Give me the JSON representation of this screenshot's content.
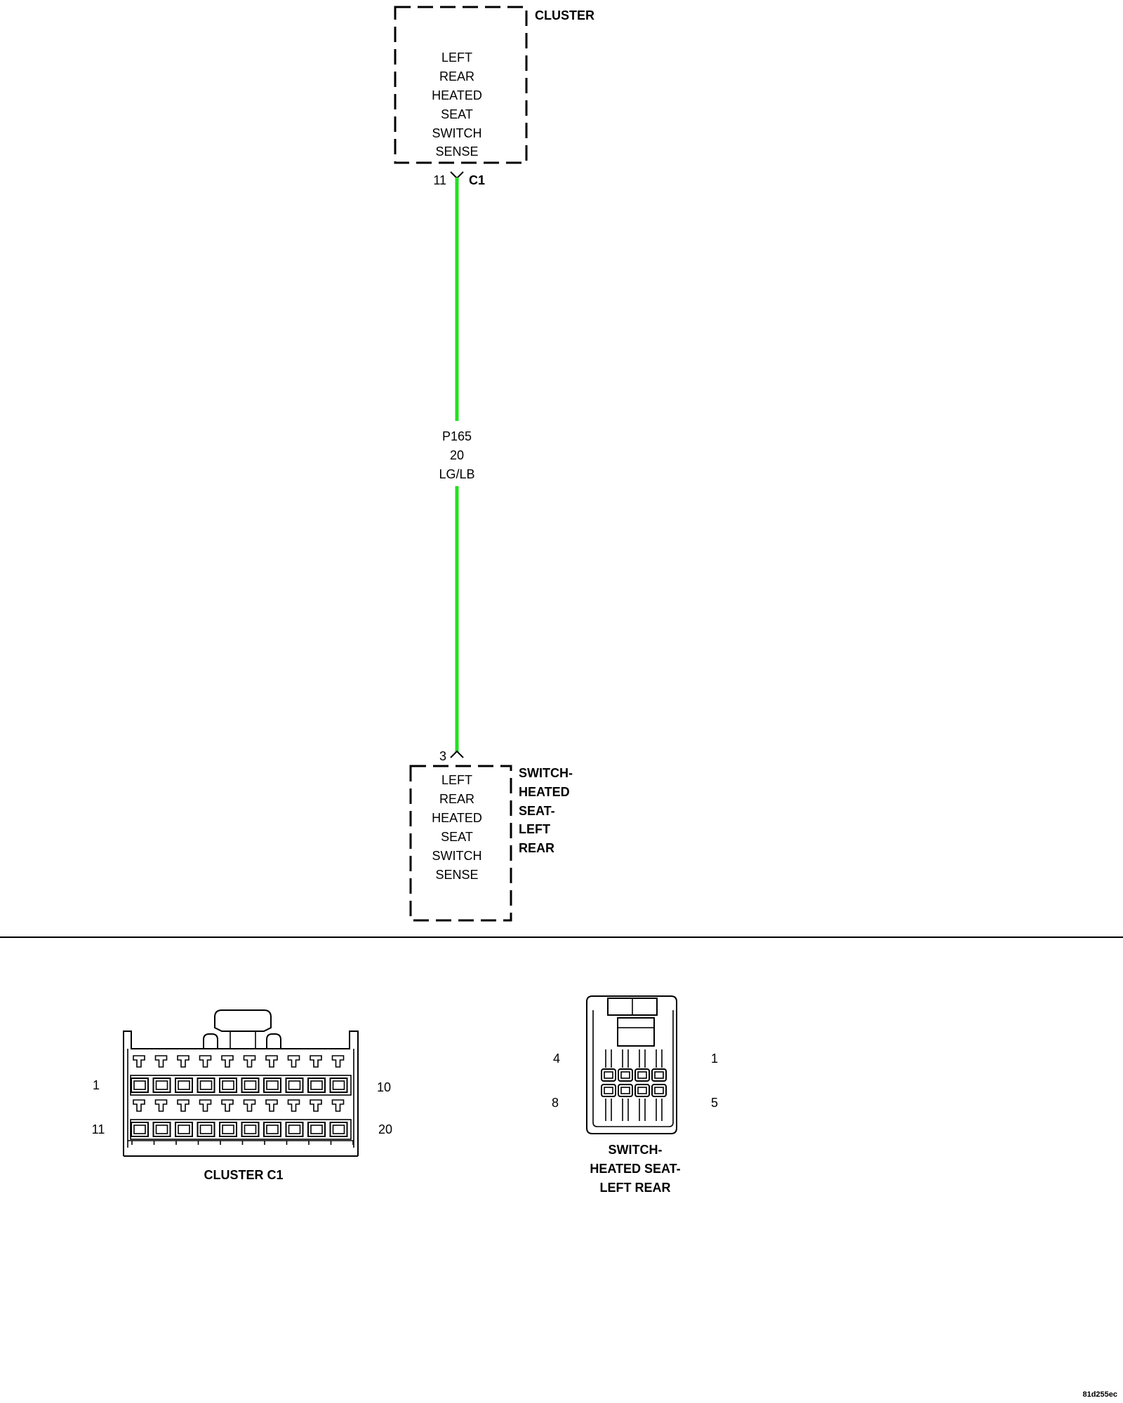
{
  "cluster": {
    "name": "CLUSTER",
    "function_lines": [
      "LEFT",
      "REAR",
      "HEATED",
      "SEAT",
      "SWITCH",
      "SENSE"
    ],
    "pin": "11",
    "connector": "C1"
  },
  "wire": {
    "circuit": "P165",
    "gauge": "20",
    "color_code": "LG/LB",
    "color": "#22e022"
  },
  "switch": {
    "name_lines": [
      "SWITCH-",
      "HEATED",
      "SEAT-",
      "LEFT",
      "REAR"
    ],
    "function_lines": [
      "LEFT",
      "REAR",
      "HEATED",
      "SEAT",
      "SWITCH",
      "SENSE"
    ],
    "pin": "3"
  },
  "connector_cluster": {
    "pin_top_left": "1",
    "pin_top_right": "10",
    "pin_bottom_left": "11",
    "pin_bottom_right": "20",
    "caption": "CLUSTER C1"
  },
  "connector_switch": {
    "pin_top_left": "4",
    "pin_top_right": "1",
    "pin_bottom_left": "8",
    "pin_bottom_right": "5",
    "caption_lines": [
      "SWITCH-",
      "HEATED SEAT-",
      "LEFT REAR"
    ]
  },
  "figure_id": "81d255ec"
}
